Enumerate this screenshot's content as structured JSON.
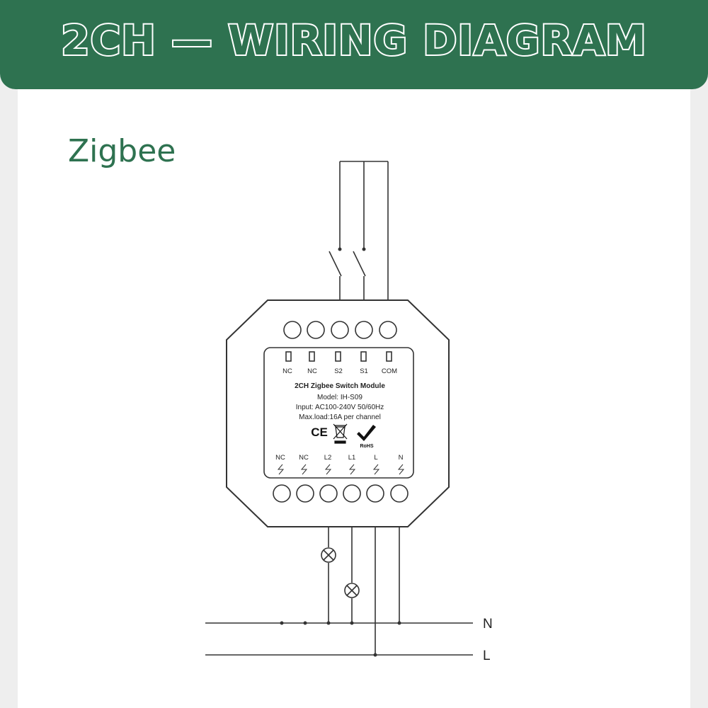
{
  "header": {
    "title": "2CH — WIRING DIAGRAM"
  },
  "diagram": {
    "subtitle": "Zigbee",
    "module": {
      "top_terminals": [
        "NC",
        "NC",
        "S2",
        "S1",
        "COM"
      ],
      "title": "2CH Zigbee Switch Module",
      "model": "Model:  IH-S09",
      "input": "Input:  AC100-240V 50/60Hz",
      "max_load": "Max.load:16A per channel",
      "marks": {
        "ce": "CE",
        "rohs": "RoHS"
      },
      "bottom_terminals": [
        "NC",
        "NC",
        "L2",
        "L1",
        "L",
        "N"
      ]
    },
    "bus": {
      "neutral": "N",
      "live": "L"
    }
  },
  "colors": {
    "brand_green": "#2e7250",
    "line": "#333333"
  }
}
